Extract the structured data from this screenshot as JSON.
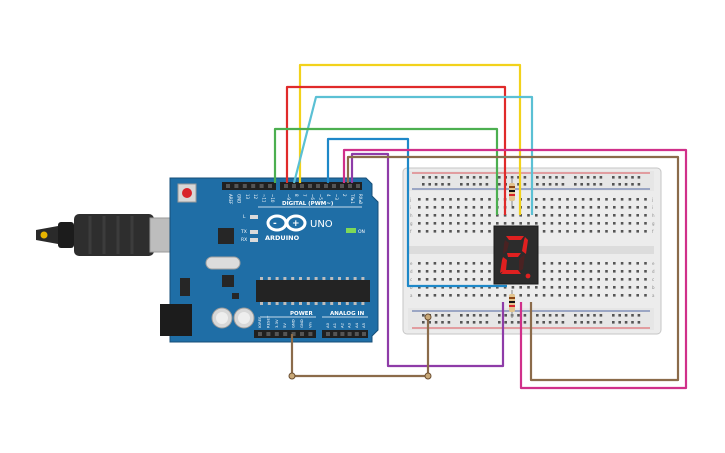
{
  "arduino": {
    "brand": "ARDUINO",
    "model": "UNO",
    "digital_header": "DIGITAL (PWM~)",
    "power_header": "POWER",
    "analog_header": "ANALOG IN",
    "led_l": "L",
    "led_tx": "TX",
    "led_rx": "RX",
    "led_on": "ON",
    "top_pins": [
      "AREF",
      "GND",
      "13",
      "12",
      "~11",
      "~10",
      "~9",
      "8",
      "7",
      "~6",
      "~5",
      "4",
      "~3",
      "2",
      "TX▸1",
      "RX◂0"
    ],
    "power_pins": [
      "IOREF",
      "RESET",
      "3.3V",
      "5V",
      "GND",
      "GND",
      "Vin"
    ],
    "analog_pins": [
      "A0",
      "A1",
      "A2",
      "A3",
      "A4",
      "A5"
    ]
  },
  "display": {
    "digit": "2",
    "segment_color": "#e02020"
  },
  "breadboard": {
    "row_letters_top": [
      "j",
      "i",
      "h",
      "g",
      "f"
    ],
    "row_letters_bottom": [
      "e",
      "d",
      "c",
      "b",
      "a"
    ],
    "columns": 30
  },
  "wire_colors": {
    "yellow": "#f2d21b",
    "red": "#e02a2a",
    "cyan": "#5bc0d4",
    "green": "#4caf50",
    "blue": "#1e88c8",
    "magenta": "#d0308a",
    "purple": "#8e3ca8",
    "brown": "#8b6b4a"
  }
}
